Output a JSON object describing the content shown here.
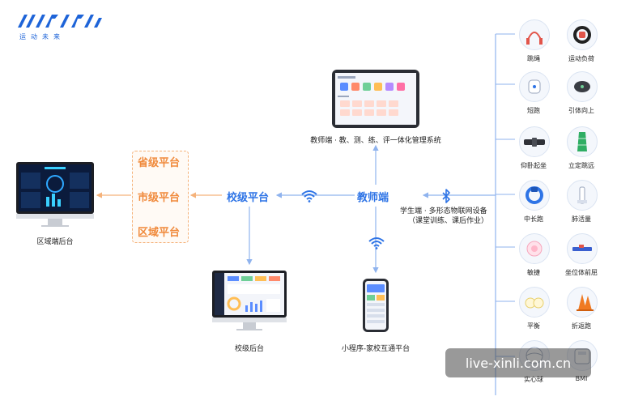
{
  "logo": {
    "text": "ΛΝΛΤΛΝ",
    "subtitle": "运动未来"
  },
  "region_backend": {
    "caption": "区域端后台"
  },
  "platforms": {
    "province": "省级平台",
    "city": "市级平台",
    "district": "区域平台"
  },
  "school_platform": {
    "label": "校级平台"
  },
  "teacher": {
    "label": "教师端",
    "caption": "教师端 · 教、测、练、评一体化管理系统"
  },
  "student": {
    "caption_line1": "学生端 · 多形态物联网设备",
    "caption_line2": "（课堂训练、课后作业）"
  },
  "school_backend": {
    "caption": "校级后台"
  },
  "mini_program": {
    "caption": "小程序-家校互通平台"
  },
  "devices": [
    {
      "label": "跳绳",
      "icon": "jump-rope-icon"
    },
    {
      "label": "运动负荷",
      "icon": "heart-band-icon"
    },
    {
      "label": "短跑",
      "icon": "sprint-sensor-icon"
    },
    {
      "label": "引体向上",
      "icon": "pull-up-sensor-icon"
    },
    {
      "label": "仰卧起坐",
      "icon": "sit-up-band-icon"
    },
    {
      "label": "立定跳远",
      "icon": "long-jump-mat-icon"
    },
    {
      "label": "中长跑",
      "icon": "wristband-icon"
    },
    {
      "label": "肺活量",
      "icon": "spirometer-icon"
    },
    {
      "label": "敏捷",
      "icon": "agility-light-icon"
    },
    {
      "label": "坐位体前屈",
      "icon": "sit-reach-icon"
    },
    {
      "label": "平衡",
      "icon": "balance-pad-icon"
    },
    {
      "label": "折返跑",
      "icon": "cone-icon"
    },
    {
      "label": "实心球",
      "icon": "medicine-ball-icon"
    },
    {
      "label": "BMI",
      "icon": "scale-icon"
    }
  ],
  "watermark": "live-xinli.com.cn",
  "colors": {
    "blue": "#2e74e6",
    "orange": "#f08a3c",
    "line_blue": "#8fb3ee",
    "line_orange": "#f5b27a"
  }
}
